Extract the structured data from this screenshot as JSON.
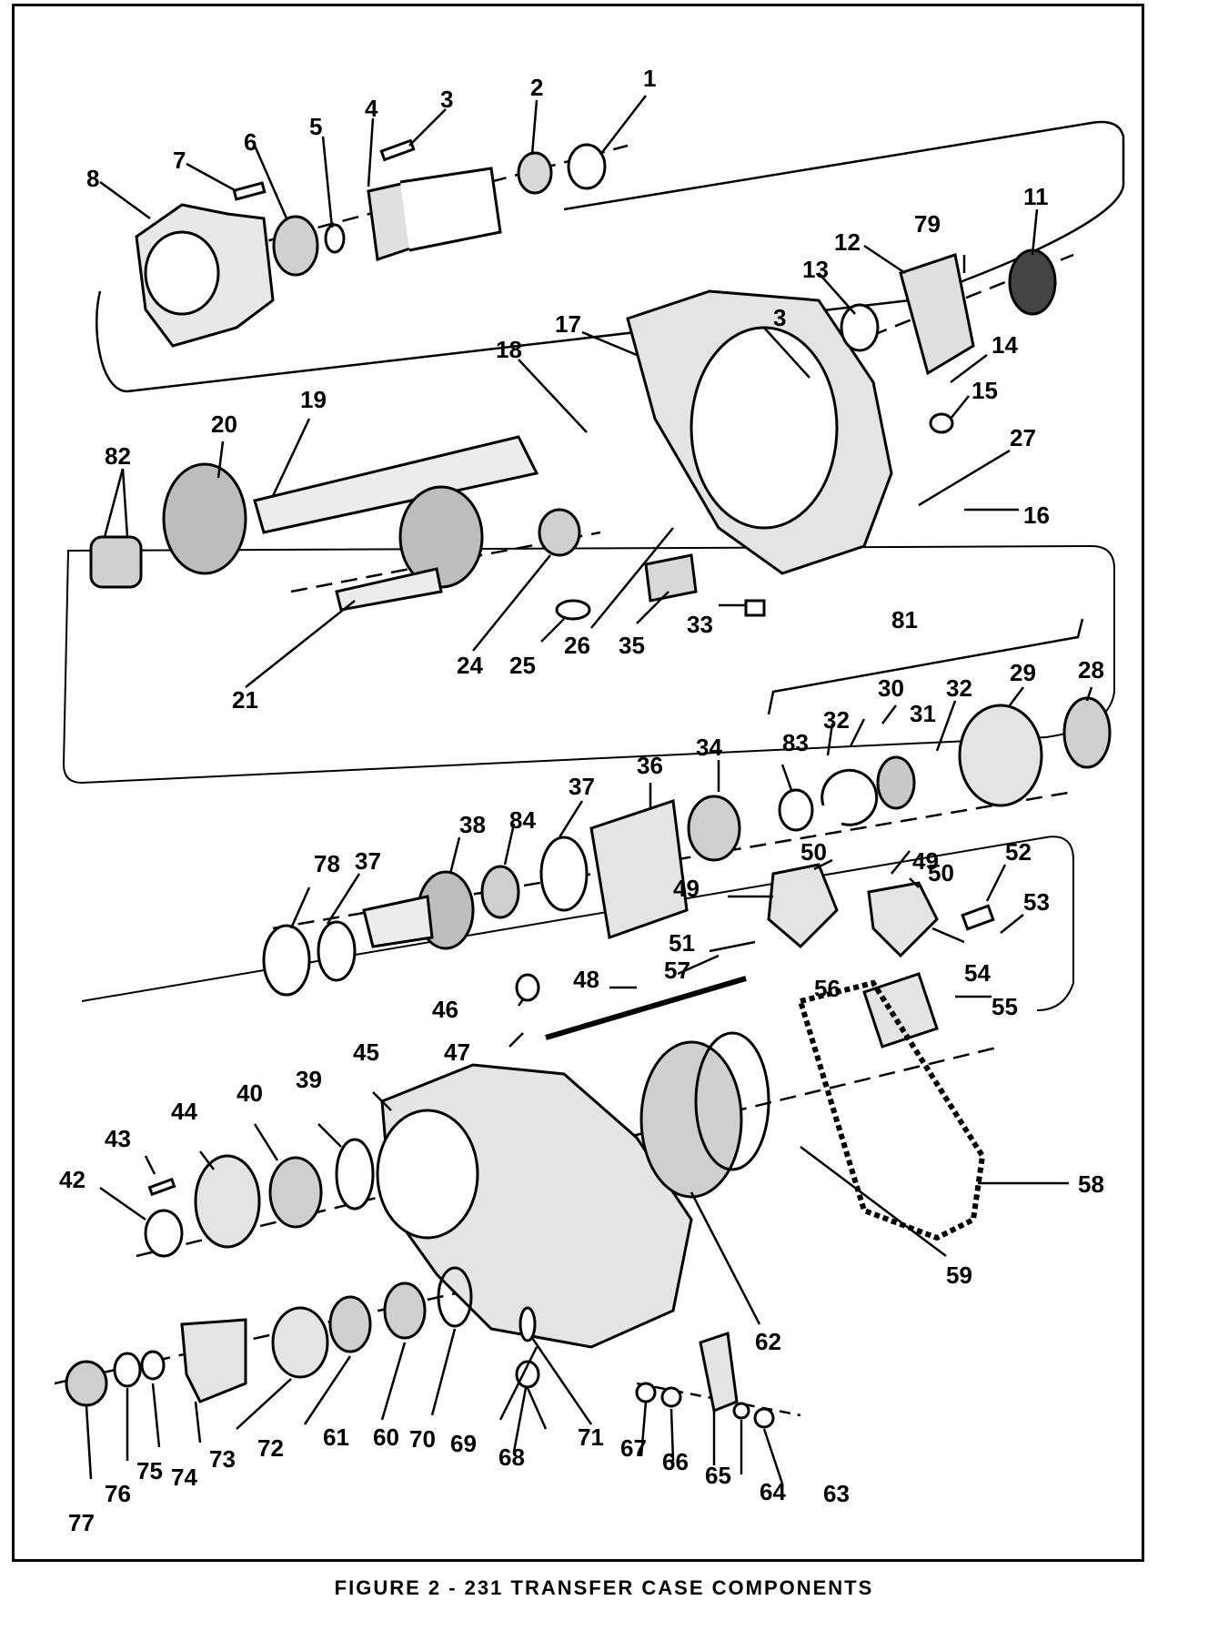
{
  "caption": "FIGURE 2 - 231 TRANSFER CASE COMPONENTS",
  "callouts": [
    "1",
    "2",
    "3",
    "3",
    "4",
    "5",
    "6",
    "7",
    "8",
    "11",
    "12",
    "13",
    "14",
    "15",
    "16",
    "17",
    "18",
    "19",
    "20",
    "21",
    "24",
    "25",
    "26",
    "27",
    "28",
    "29",
    "30",
    "31",
    "32",
    "32",
    "33",
    "34",
    "35",
    "36",
    "37",
    "37",
    "38",
    "39",
    "40",
    "42",
    "43",
    "44",
    "45",
    "46",
    "47",
    "48",
    "49",
    "49",
    "50",
    "50",
    "51",
    "52",
    "53",
    "54",
    "55",
    "56",
    "57",
    "58",
    "59",
    "60",
    "61",
    "62",
    "63",
    "64",
    "65",
    "66",
    "67",
    "68",
    "69",
    "70",
    "71",
    "72",
    "73",
    "74",
    "75",
    "76",
    "77",
    "78",
    "79",
    "81",
    "82",
    "83",
    "84"
  ]
}
